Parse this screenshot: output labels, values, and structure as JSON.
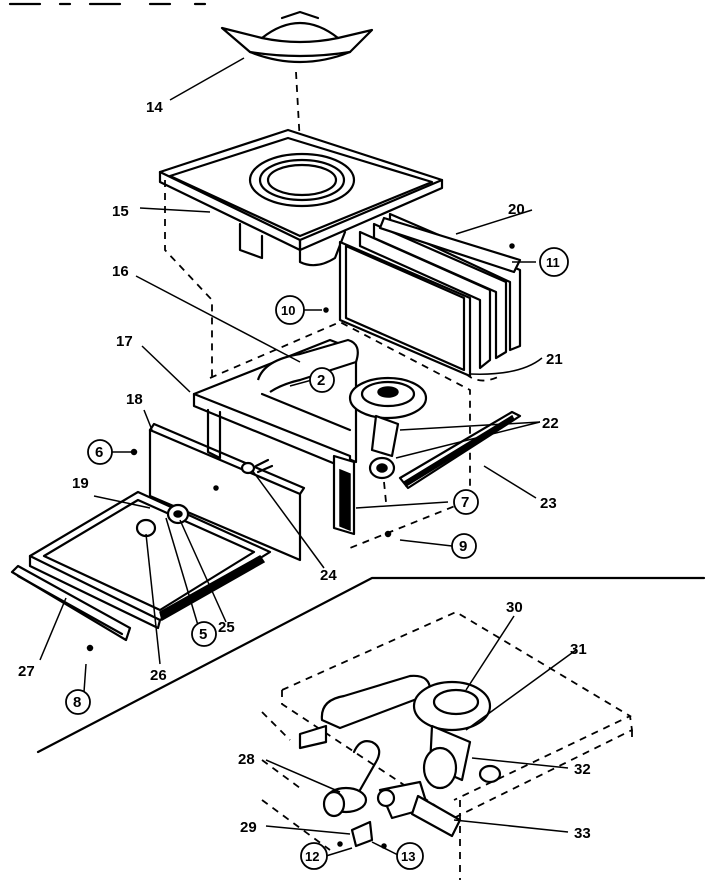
{
  "callouts": {
    "c14": "14",
    "c15": "15",
    "c16": "16",
    "c17": "17",
    "c18": "18",
    "c19": "19",
    "c20": "20",
    "c21": "21",
    "c22": "22",
    "c23": "23",
    "c24": "24",
    "c25": "25",
    "c26": "26",
    "c27": "27",
    "c28": "28",
    "c29": "29",
    "c30": "30",
    "c31": "31",
    "c32": "32",
    "c33": "33"
  },
  "circled": {
    "b2": "2",
    "b5": "5",
    "b6": "6",
    "b7": "7",
    "b8": "8",
    "b9": "9",
    "b10": "10",
    "b11": "11",
    "b12": "12",
    "b13": "13"
  }
}
